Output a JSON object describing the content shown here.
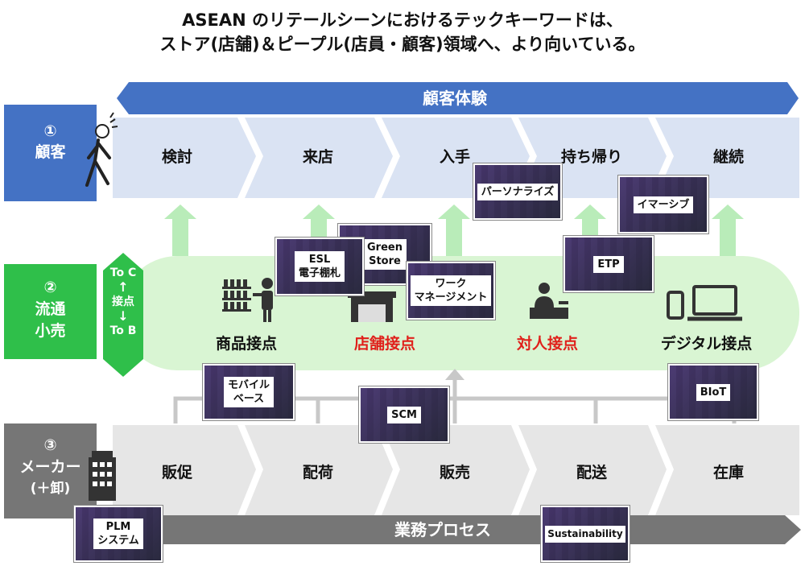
{
  "title": {
    "line1": "ASEAN のリテールシーンにおけるテックキーワードは、",
    "line2": "ストア(店舗)＆ピープル(店員・顧客)領域へ、より向いている。"
  },
  "customer": {
    "number": "①",
    "label": "顧客",
    "band_title": "顧客体験",
    "steps": [
      "検討",
      "来店",
      "入手",
      "持ち帰り",
      "継続"
    ]
  },
  "retail": {
    "number": "②",
    "label_line1": "流通",
    "label_line2": "小売",
    "contact_top": "To C",
    "contact_mid": "接点",
    "contact_bottom": "To B",
    "touchpoints": [
      "商品接点",
      "店舗接点",
      "対人接点",
      "デジタル接点"
    ]
  },
  "maker": {
    "number": "③",
    "label_line1": "メーカー",
    "label_line2": "(＋卸)",
    "band_title": "業務プロセス",
    "steps": [
      "販促",
      "配荷",
      "販売",
      "配送",
      "在庫"
    ]
  },
  "keywords": {
    "personalize": "パーソナライズ",
    "immersive": "イマーシブ",
    "esl_1": "ESL",
    "esl_2": "電子棚札",
    "green_1": "Green",
    "green_2": "Store",
    "work_1": "ワーク",
    "work_2": "マネージメント",
    "etp": "ETP",
    "mobile_1": "モバイル",
    "mobile_2": "ベース",
    "scm": "SCM",
    "biot": "BIoT",
    "plm_1": "PLM",
    "plm_2": "システム",
    "sustainability": "Sustainability"
  },
  "colors": {
    "blue": "#4472c4",
    "light_blue": "#dae3f3",
    "green": "#2fbf4a",
    "light_green": "#d9f5d3",
    "gray": "#767676",
    "light_gray": "#e6e6e6",
    "red": "#e0201b"
  }
}
